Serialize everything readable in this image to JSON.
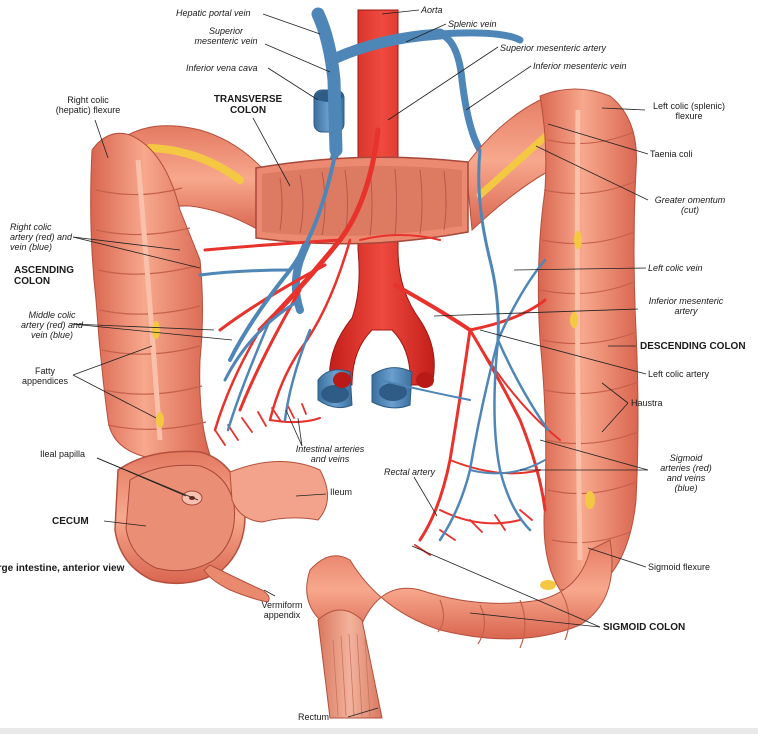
{
  "figure": {
    "caption": "Large intestine, anterior view",
    "colors": {
      "colon": "#f2957a",
      "colon_shade": "#d96a55",
      "artery": "#e8322c",
      "vein": "#4f86b8",
      "fat": "#f4c842",
      "leader": "#222222"
    }
  },
  "labels": {
    "hepatic_portal_vein": "Hepatic portal vein",
    "aorta": "Aorta",
    "splenic_vein": "Splenic vein",
    "superior_mesenteric_vein": "Superior\nmesenteric vein",
    "superior_mesenteric_artery": "Superior mesenteric artery",
    "inferior_mesenteric_vein": "Inferior mesenteric vein",
    "inferior_vena_cava": "Inferior vena cava",
    "right_colic_flexure": "Right colic\n(hepatic) flexure",
    "transverse_colon": "TRANSVERSE\nCOLON",
    "left_colic_flexure": "Left colic (splenic)\nflexure",
    "taenia_coli": "Taenia coli",
    "greater_omentum": "Greater omentum\n(cut)",
    "right_colic_artery": "Right colic\nartery (red) and\nvein (blue)",
    "ascending_colon": "ASCENDING\nCOLON",
    "left_colic_vein": "Left colic vein",
    "inferior_mesenteric_artery": "Inferior mesenteric\nartery",
    "middle_colic_artery": "Middle colic\nartery (red) and\nvein (blue)",
    "descending_colon": "DESCENDING COLON",
    "fatty_appendices": "Fatty\nappendices",
    "left_colic_artery": "Left colic artery",
    "haustra": "Haustra",
    "intestinal_arteries": "Intestinal arteries\nand veins",
    "ileal_papilla": "Ileal papilla",
    "sigmoid_arteries": "Sigmoid\narteries (red)\nand veins\n(blue)",
    "rectal_artery": "Rectal artery",
    "ileum": "Ileum",
    "cecum": "CECUM",
    "sigmoid_flexure": "Sigmoid flexure",
    "vermiform_appendix": "Vermiform\nappendix",
    "sigmoid_colon": "SIGMOID COLON",
    "rectum": "Rectum"
  }
}
